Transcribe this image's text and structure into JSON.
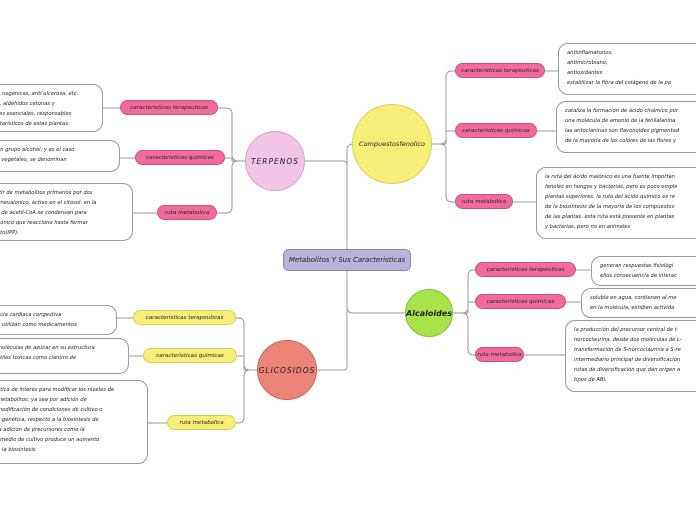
{
  "center": "Metabolitos Y Sus Caracteristicas",
  "terpenos": {
    "title": "TERPENOS",
    "pill_terapeuticas": "caracteristicas terapeuticas",
    "pill_quimicas": "caracteristicas quimicas",
    "pill_ruta": "ruta metabolica",
    "note_terapeuticas": "...nogénicas, anti ulcerosa, etc.\ns, aldehidos cetonas y\ntes esenciales, responsables\nctaristicos de estas plantas.",
    "note_quimicas": "un grupo alcohol, y es el caso\ns vegetales, se denominan",
    "note_ruta": "rtir de metabolitos primarios por dos\n mevalonico, activo en el citosol, en la\ns de acetil-CoA se condensan para\nbónico que reacciona hasta formar\nato(IPP)."
  },
  "compuestos": {
    "title": "Compuestosfenolico",
    "pill_terapeuticas": "caracteristicas terapeuticas",
    "pill_quimicas": "caracteristicas quimicas",
    "pill_ruta": "ruta metabolica",
    "note_terapeuticas": "antiinflamatorios,\nantimicrobiano,\nantioxidantes\nestabilizar la fibra del colágeno de la pa",
    "note_quimicas": "cataliza la formación de ácido cinámico por\nuna molécula de amonio de la fenilalanina\nlas antocianinas son flavonoides pigmentad\nde la mayoría de los colores de las flores y",
    "note_ruta": "la ruta del ácido malónico es una fuente importan\nfenoles en hongos y bacterias, pero es poco emple\nplantas superiores. la ruta del ácido quimico es re\nde la biosíntesis de la mayoría de los compuestos\nde las plantas. esta ruta está presente en plantas\ny bacterias, pero no en animales"
  },
  "alcaloides": {
    "title": "Alcaloides",
    "pill_terapeuticas": "caracteristicas terapeuticas",
    "pill_quimicas": "caracteristicas quimicas",
    "pill_ruta": "ruta metabolica",
    "note_terapeuticas": "generan respuestas fisiológi\nellos consecuencia de interac",
    "note_quimicas": "soluble en agua, contienen al me\nen la molécula, exhiben activida",
    "note_ruta": "la producción del precursor central de t\nnorcoclaurina, desde dos moléculas de L-\ntransformación de S-norcoclaurina a S-re\nintermediario principal de diversificación\nrutas de diversificación que dan origen a\ntipos de ABI."
  },
  "glicosidos": {
    "title": "GLICOSIDOS",
    "pill_terapeuticas": "caracteristicas terapeuticas",
    "pill_quimicas": "caracteristicas quimicas",
    "pill_ruta": "ruta metabolica",
    "note_terapeuticas": "ncia cardiaca congestiva\nn utilizan como medicamentos",
    "note_quimicas": "moléculas de azúcar en su estructura\nátiles toxicas como cianuro de",
    "note_ruta": "ética de interés para modificar los niveles de\nmetabolitos, ya sea por adición de\nmodificación de condiciones de cultivo o\nn genética, respecto a la biosíntesis de\nla adición de precursores como la\nl medio de cultivo produce un aumento\nn la biosíntesis"
  }
}
